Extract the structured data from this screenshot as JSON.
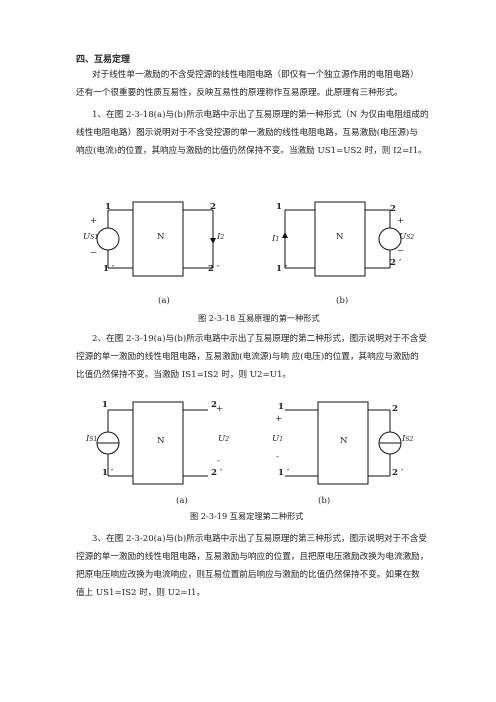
{
  "heading": "四、互易定理",
  "intro": [
    "对于线性单一激励的不含受控源的线性电阻电路（即仅有一个独立源作用的电阻电路）",
    "还有一个很重要的性质互易性，反映互易性的原理称作互易原理。此原理有三种形式。"
  ],
  "p1": [
    "1、在图 2-3-18(a)与(b)所示电路中示出了互易原理的第一种形式（N 为仅由电阻组成的",
    "线性电阻电路）图示说明对于不含受控源的单一激励的线性电阻电路，互易激励(电压源)与",
    "响应(电流)的位置，其响应与激励的比值仍然保持不变。当激励 US1=US2 时，则 I2=I1。"
  ],
  "fig1": {
    "a": {
      "n1": "1",
      "n1p": "1 ′",
      "n2": "2",
      "n2p": "2 ′",
      "box": "N",
      "plus": "+",
      "minus": "−",
      "src": "U",
      "src_sub": "S1",
      "resp": "I",
      "resp_sub": "2"
    },
    "b": {
      "n1": "1",
      "n1p": "1 ′",
      "n2": "2",
      "n2p": "2 ′",
      "box": "N",
      "plus": "+",
      "minus": "−",
      "src": "U",
      "src_sub": "S2",
      "resp": "I",
      "resp_sub": "1"
    },
    "label_a": "(a)",
    "label_b": "(b)",
    "caption": "图 2-3-18 互易原理的第一种形式"
  },
  "p2": [
    "2、在图 2-3-19(a)与(b)所示电路中示出了互易原理的第二种形式，图示说明对于不含受",
    "控源的单一激励的线性电阻电路，互易激励(电流源)与响  应(电压)的位置，其响应与激励的",
    "比值仍然保持不变。当激励 IS1=IS2 时，则 U2=U1。"
  ],
  "fig2": {
    "a": {
      "n1": "1",
      "n1p": "1 ′",
      "n2": "2",
      "n2p": "2 ′",
      "box": "N",
      "plus": "+",
      "minus": "-",
      "src": "I",
      "src_sub": "S1",
      "resp": "U",
      "resp_sub": "2"
    },
    "b": {
      "n1": "1",
      "n1p": "1 ′",
      "n2": "2",
      "n2p": "2 ′",
      "box": "N",
      "plus": "+",
      "minus": "-",
      "src": "I",
      "src_sub": "S2",
      "resp": "U",
      "resp_sub": "1"
    },
    "label_a": "(a)",
    "label_b": "(b)",
    "caption": "图 2-3-19  互易定理第二种形式"
  },
  "p3": [
    "3、在图 2-3-20(a)与(b)所示电路中示出了互易原理的第三种形式，图示说明对于不含受",
    "控源的单一激励的线性电阻电路，互易激励与响应的位置，且把原电压激励改换为电流激励，",
    "把原电压响应改换为电流响应，则互易位置前后响应与激励的比值仍然保持不变。如果在数",
    "值上 US1=IS2 时，则 U2=I1。"
  ]
}
